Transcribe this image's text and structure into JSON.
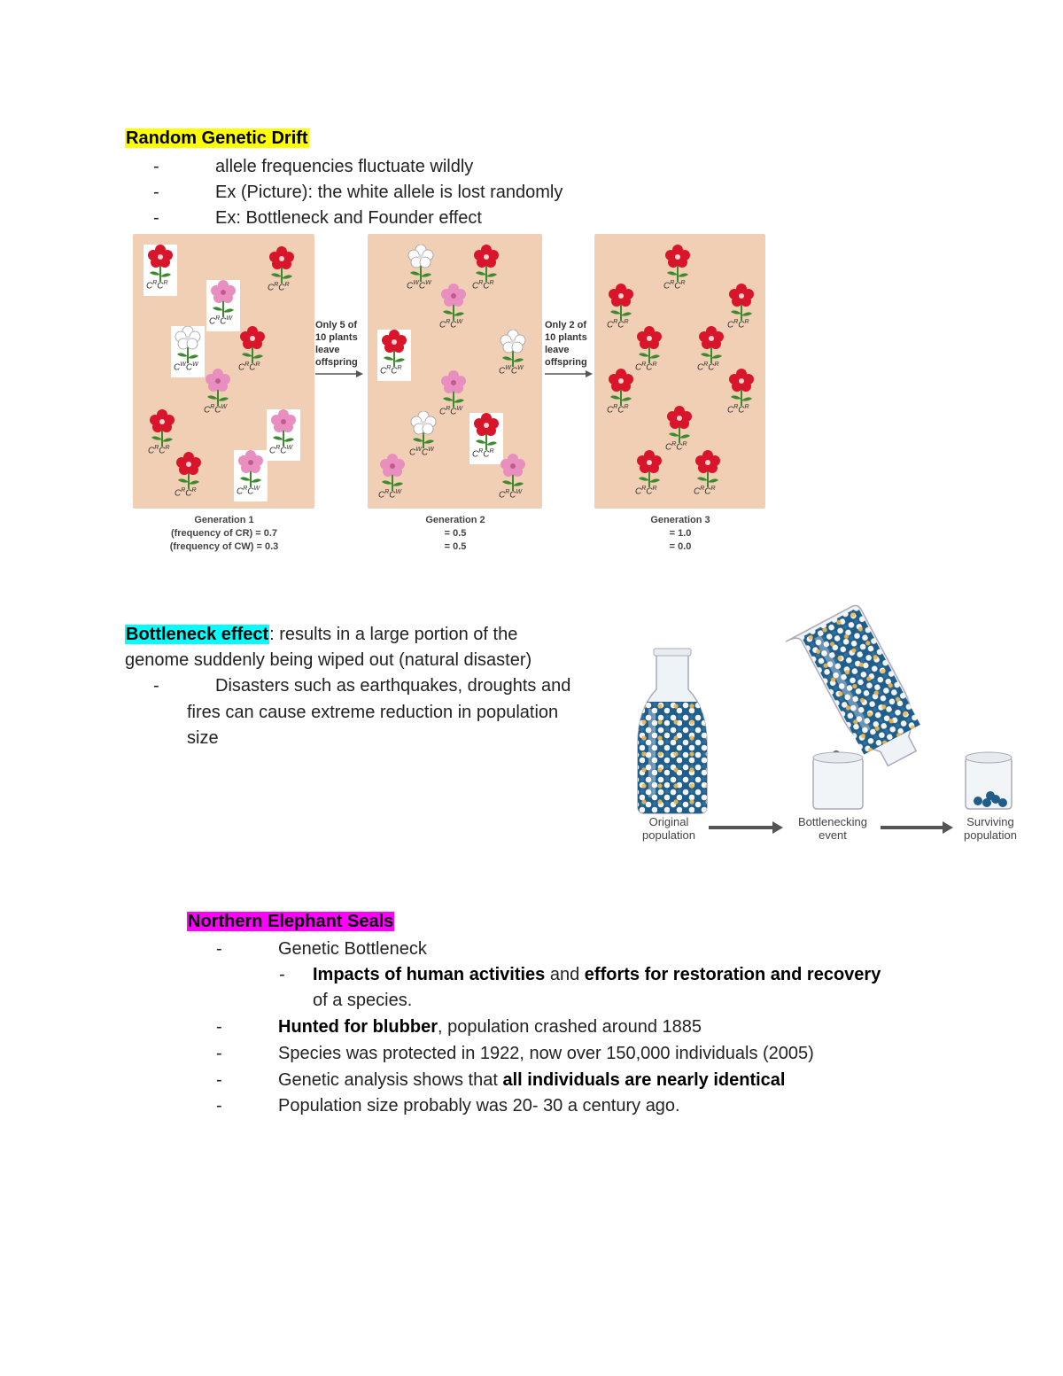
{
  "section1": {
    "heading": "Random Genetic Drift",
    "bullets": [
      "allele frequencies fluctuate wildly",
      "Ex (Picture): the white allele is lost randomly",
      "Ex: Bottleneck and Founder effect"
    ]
  },
  "figure1": {
    "arrow1": [
      "Only 5 of",
      "10 plants",
      "leave",
      "offspring"
    ],
    "arrow2": [
      "Only 2 of",
      "10 plants",
      "leave",
      "offspring"
    ],
    "gen1": [
      "Generation 1",
      "(frequency of CR) = 0.7",
      "(frequency of CW) = 0.3"
    ],
    "gen2": [
      "Generation 2",
      "= 0.5",
      "= 0.5"
    ],
    "gen3": [
      "Generation 3",
      "= 1.0",
      "= 0.0"
    ],
    "colors": {
      "panel": "#f0cfb4",
      "red_flower": "#d9152b",
      "pink_flower": "#e98fc0",
      "white_flower": "#ffffff",
      "stem": "#3c8a2e"
    }
  },
  "section2": {
    "term": "Bottleneck effect",
    "definition_line1": ": results in a large portion of the",
    "definition_line2": "genome suddenly being wiped out (natural disaster)",
    "bullet_line1": "Disasters such as earthquakes, droughts and",
    "bullet_line2": "fires can cause extreme reduction in population",
    "bullet_line3": "size"
  },
  "figure2": {
    "label1": [
      "Original",
      "population"
    ],
    "label2": [
      "Bottlenecking",
      "event"
    ],
    "label3": [
      "Surviving",
      "population"
    ],
    "colors": {
      "blue_bead": "#1f5d8a",
      "white_bead": "#f4f4f4",
      "orange_bead": "#f2b84b",
      "arrow": "#555555"
    }
  },
  "section3": {
    "heading": "Northern Elephant Seals",
    "b1": "Genetic Bottleneck",
    "sub_bold1": "Impacts of human activities",
    "sub_mid": " and ",
    "sub_bold2": "efforts for restoration and recovery",
    "sub_line2": "of a species.",
    "b2_bold": "Hunted for blubber",
    "b2_rest": ", population crashed around 1885",
    "b3": "Species was protected in 1922, now over 150,000 individuals (2005)",
    "b4_rest": "Genetic analysis shows that ",
    "b4_bold": "all individuals are nearly identical",
    "b5": "Population size probably was 20- 30 a century ago."
  },
  "dash": "-"
}
